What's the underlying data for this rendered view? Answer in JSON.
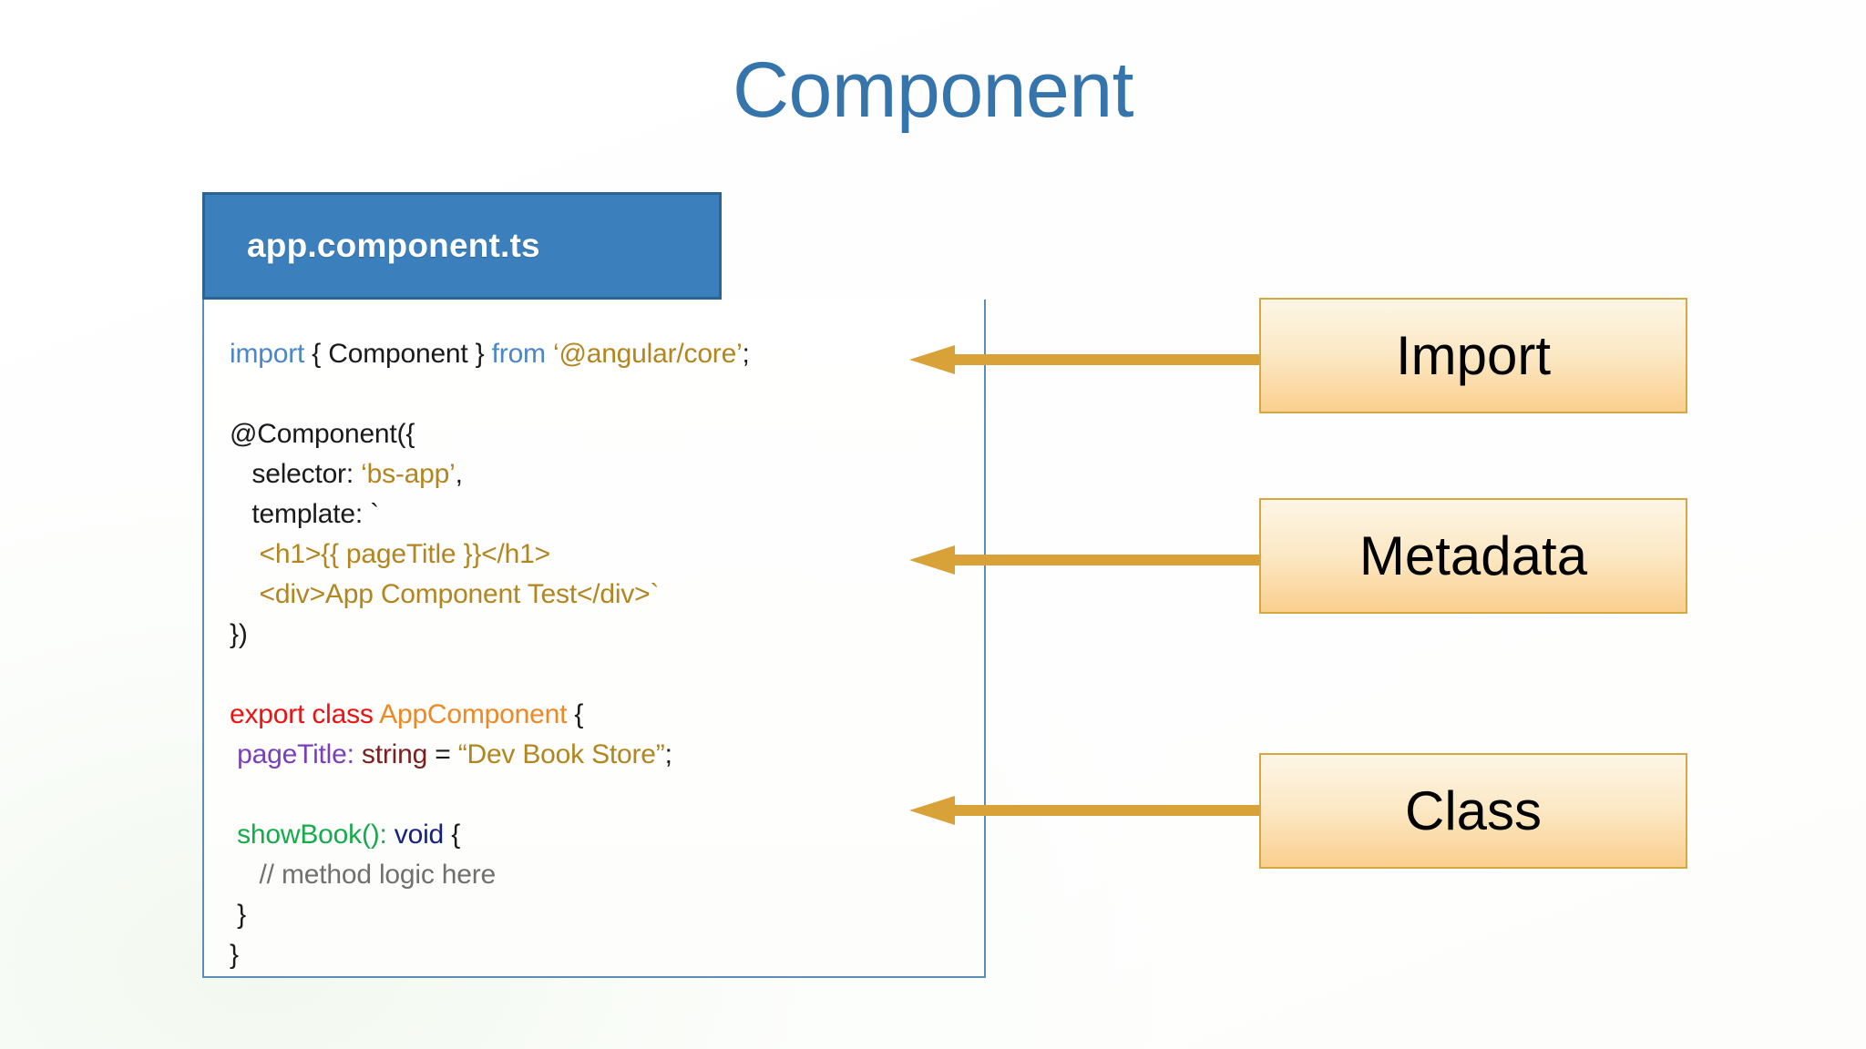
{
  "slide": {
    "title": "Component",
    "title_color": "#3575ab",
    "background_color": "#ffffff"
  },
  "code_card": {
    "file_tab": {
      "label": "app.component.ts",
      "background_color": "#3b80bd",
      "border_color": "#2a6494",
      "text_color": "#ffffff"
    },
    "panel": {
      "border_color": "#5b8db8",
      "background_color": "#ffffff"
    },
    "lines": [
      {
        "id": "line-import",
        "tokens": [
          {
            "text": "import ",
            "kind": "keyword",
            "color": "#4a86c8"
          },
          {
            "text": "{ Component } ",
            "kind": "plain",
            "color": "#1a1a1a"
          },
          {
            "text": "from ",
            "kind": "keyword",
            "color": "#4a86c8"
          },
          {
            "text": "‘@angular/core’",
            "kind": "string",
            "color": "#b2851f"
          },
          {
            "text": ";",
            "kind": "plain",
            "color": "#1a1a1a"
          }
        ]
      },
      {
        "id": "line-blank-1",
        "tokens": []
      },
      {
        "id": "line-decorator-open",
        "tokens": [
          {
            "text": "@Component({",
            "kind": "plain",
            "color": "#1a1a1a"
          }
        ]
      },
      {
        "id": "line-selector",
        "tokens": [
          {
            "text": "   selector: ",
            "kind": "plain",
            "color": "#1a1a1a"
          },
          {
            "text": "‘bs-app’",
            "kind": "string",
            "color": "#b2851f"
          },
          {
            "text": ",",
            "kind": "plain",
            "color": "#1a1a1a"
          }
        ]
      },
      {
        "id": "line-template-open",
        "tokens": [
          {
            "text": "   template: `",
            "kind": "plain",
            "color": "#1a1a1a"
          }
        ]
      },
      {
        "id": "line-template-h1",
        "tokens": [
          {
            "text": "    <h1>{{ pageTitle }}</h1>",
            "kind": "template",
            "color": "#b2851f"
          }
        ]
      },
      {
        "id": "line-template-div",
        "tokens": [
          {
            "text": "    <div>App Component Test</div>`",
            "kind": "template",
            "color": "#b2851f"
          }
        ]
      },
      {
        "id": "line-decorator-close",
        "tokens": [
          {
            "text": "})",
            "kind": "plain",
            "color": "#1a1a1a"
          }
        ]
      },
      {
        "id": "line-blank-2",
        "tokens": []
      },
      {
        "id": "line-export-class",
        "tokens": [
          {
            "text": "export class ",
            "kind": "export",
            "color": "#ee1111"
          },
          {
            "text": "AppComponent ",
            "kind": "classname",
            "color": "#ef8723"
          },
          {
            "text": "{",
            "kind": "plain",
            "color": "#1a1a1a"
          }
        ]
      },
      {
        "id": "line-pagetitle",
        "tokens": [
          {
            "text": " pageTitle",
            "kind": "prop",
            "color": "#7b3fb8"
          },
          {
            "text": ": ",
            "kind": "prop",
            "color": "#7b3fb8"
          },
          {
            "text": "string ",
            "kind": "type",
            "color": "#7a1f1f"
          },
          {
            "text": "= ",
            "kind": "plain",
            "color": "#1a1a1a"
          },
          {
            "text": "“Dev Book Store”",
            "kind": "string",
            "color": "#b2851f"
          },
          {
            "text": ";",
            "kind": "plain",
            "color": "#1a1a1a"
          }
        ]
      },
      {
        "id": "line-blank-3",
        "tokens": []
      },
      {
        "id": "line-showbook",
        "tokens": [
          {
            "text": " showBook():",
            "kind": "method",
            "color": "#15aa4b"
          },
          {
            "text": " void ",
            "kind": "void",
            "color": "#14227c"
          },
          {
            "text": "{",
            "kind": "plain",
            "color": "#1a1a1a"
          }
        ]
      },
      {
        "id": "line-comment",
        "tokens": [
          {
            "text": "    // method logic here",
            "kind": "comment",
            "color": "#707070"
          }
        ]
      },
      {
        "id": "line-method-close",
        "tokens": [
          {
            "text": " }",
            "kind": "plain",
            "color": "#1a1a1a"
          }
        ]
      },
      {
        "id": "line-class-close",
        "tokens": [
          {
            "text": "}",
            "kind": "plain",
            "color": "#1a1a1a"
          }
        ]
      }
    ]
  },
  "callouts": [
    {
      "id": "import",
      "label": "Import",
      "points_to": "line-import"
    },
    {
      "id": "metadata",
      "label": "Metadata",
      "points_to": "line-template-h1"
    },
    {
      "id": "class",
      "label": "Class",
      "points_to": "line-showbook"
    }
  ],
  "callout_style": {
    "fill_top": "#fdf6e6",
    "fill_bottom": "#fbcf8e",
    "border_color": "#d4a843",
    "text_color": "#000000"
  },
  "arrows": {
    "color": "#d9a238",
    "direction": "left",
    "count": 3
  }
}
